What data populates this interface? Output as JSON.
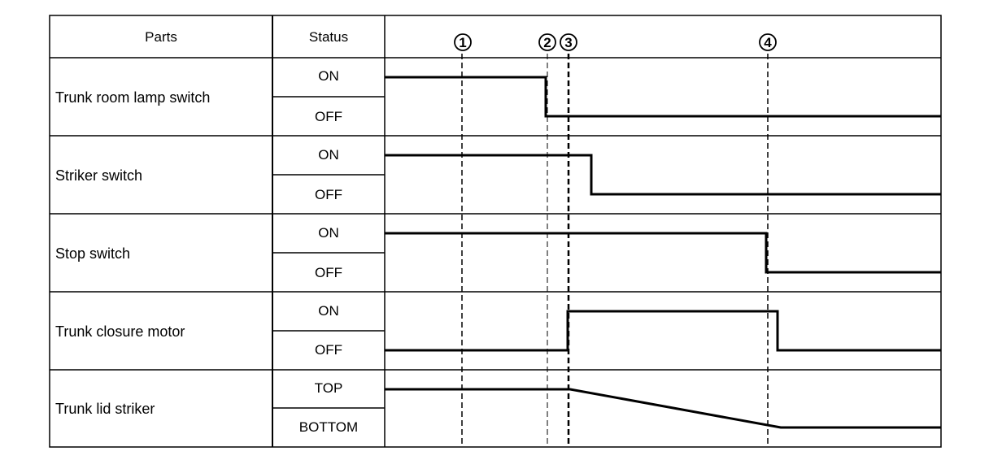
{
  "header": {
    "parts": "Parts",
    "status": "Status"
  },
  "markers": [
    "1",
    "2",
    "3",
    "4"
  ],
  "rows": [
    {
      "part": "Trunk room lamp switch",
      "states": [
        "ON",
        "OFF"
      ]
    },
    {
      "part": "Striker switch",
      "states": [
        "ON",
        "OFF"
      ]
    },
    {
      "part": "Stop switch",
      "states": [
        "ON",
        "OFF"
      ]
    },
    {
      "part": "Trunk closure motor",
      "states": [
        "ON",
        "OFF"
      ]
    },
    {
      "part": "Trunk lid striker",
      "states": [
        "TOP",
        "BOTTOM"
      ]
    }
  ],
  "colors": {
    "line": "#000000",
    "background": "#ffffff"
  }
}
